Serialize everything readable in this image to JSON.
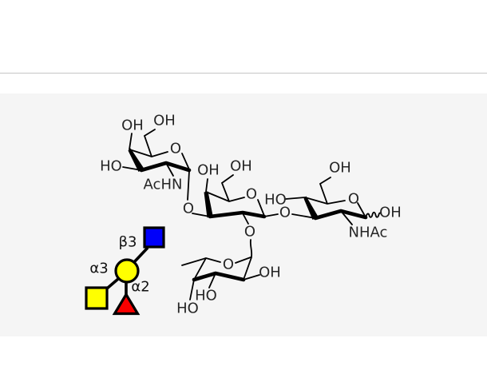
{
  "page": {
    "background": "#ffffff",
    "panel_background": "#f5f5f5",
    "divider_color": "#c6c6c6"
  },
  "molecule": {
    "line_color": "#000000",
    "ring1": {
      "oh_c4": "OH",
      "oh_c6": "OH",
      "ring_o": "O",
      "ho_c3": "HO",
      "amide": "AcHN"
    },
    "link_1_2_o": "O",
    "ring2": {
      "oh_c4": "OH",
      "oh_c6": "OH",
      "ring_o": "O"
    },
    "link_2_3_o": "O",
    "link_fuc_o": "O",
    "ring3": {
      "ho_c4": "HO",
      "oh_c6": "OH",
      "ring_o": "O",
      "anomeric_oh": "OH",
      "amide": "NHAc"
    },
    "ring4": {
      "ring_o": "O",
      "oh_c2": "OH",
      "ho_c3": "HO",
      "ho_c4": "HO"
    }
  },
  "snfg": {
    "symbols": [
      {
        "name": "glcnac-blue-square",
        "shape": "square",
        "color": "#0000fa"
      },
      {
        "name": "gal-yellow-circle",
        "shape": "circle",
        "color": "#ffff00"
      },
      {
        "name": "galnac-yellow-square",
        "shape": "square",
        "color": "#ffff00"
      },
      {
        "name": "fuc-red-triangle",
        "shape": "triangle",
        "color": "#fa0000"
      }
    ],
    "outline_color": "#000000",
    "linkages": {
      "beta3": "β3",
      "alpha3": "α3",
      "alpha2": "α2"
    }
  }
}
